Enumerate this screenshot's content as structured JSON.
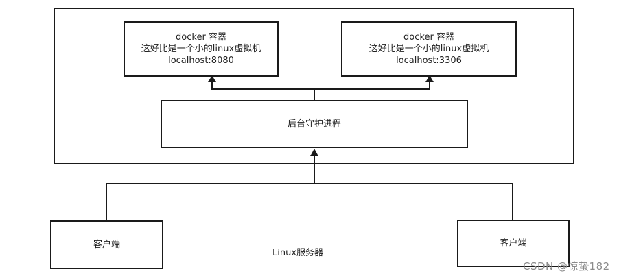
{
  "server": {
    "label": "Linux服务器"
  },
  "containers": [
    {
      "title": "docker 容器",
      "desc": "这好比是一个小的linux虚拟机",
      "addr": "localhost:8080"
    },
    {
      "title": "docker 容器",
      "desc": "这好比是一个小的linux虚拟机",
      "addr": "localhost:3306"
    }
  ],
  "daemon": {
    "label": "后台守护进程"
  },
  "clients": [
    {
      "label": "客户端"
    },
    {
      "label": "客户端"
    }
  ],
  "watermark": "CSDN @惊蛰182",
  "colors": {
    "stroke": "#1a1a1a",
    "watermark": "#8a8a8a"
  }
}
